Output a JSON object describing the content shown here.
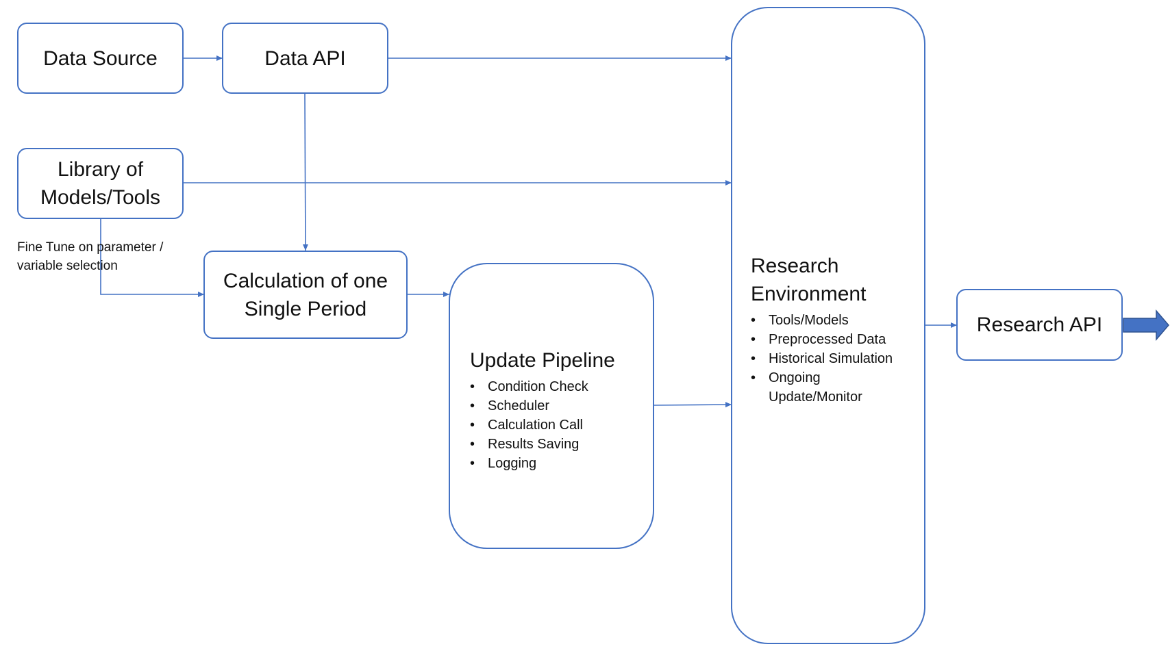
{
  "nodes": {
    "data_source": "Data Source",
    "data_api": "Data API",
    "library_line1": "Library of",
    "library_line2": "Models/Tools",
    "calc_line1": "Calculation of one",
    "calc_line2": "Single Period",
    "research_api": "Research API"
  },
  "update_pipeline": {
    "title": "Update Pipeline",
    "items": [
      "Condition Check",
      "Scheduler",
      "Calculation Call",
      "Results Saving",
      "Logging"
    ]
  },
  "research_env": {
    "title_line1": "Research",
    "title_line2": "Environment",
    "items": [
      "Tools/Models",
      "Preprocessed Data",
      "Historical Simulation",
      "Ongoing",
      "Update/Monitor"
    ]
  },
  "annotation": {
    "line1": "Fine Tune on parameter /",
    "line2": "variable selection"
  },
  "colors": {
    "stroke": "#4472c4",
    "arrow_fill": "#4472c4",
    "arrow_edge": "#2f528f"
  }
}
